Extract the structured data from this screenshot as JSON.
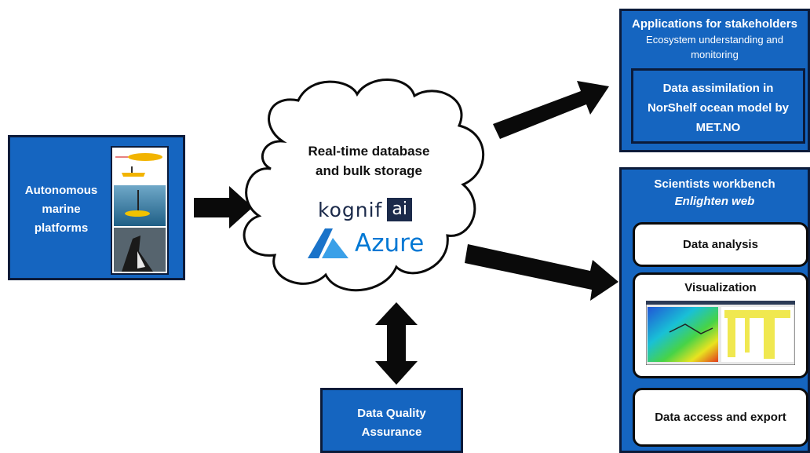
{
  "platforms": {
    "label_line1": "Autonomous",
    "label_line2": "marine",
    "label_line3": "platforms"
  },
  "cloud": {
    "title_line1": "Real-time database",
    "title_line2": "and bulk storage",
    "kognifai_text": "kognif",
    "kognifai_ai": "ai",
    "azure_text": "Azure"
  },
  "quality": {
    "line1": "Data Quality",
    "line2": "Assurance"
  },
  "stakeholders": {
    "title": "Applications for stakeholders",
    "subtitle_line1": "Ecosystem understanding and",
    "subtitle_line2": "monitoring",
    "inner_line1": "Data assimilation in",
    "inner_line2": "NorShelf ocean model by",
    "inner_line3": "MET.NO"
  },
  "workbench": {
    "title": "Scientists workbench",
    "subtitle": "Enlighten web",
    "analysis": "Data analysis",
    "visualization": "Visualization",
    "access": "Data access and export"
  },
  "colors": {
    "box_blue": "#1565c0",
    "azure_blue": "#0078d4",
    "kognifai_navy": "#1b2a4a"
  }
}
